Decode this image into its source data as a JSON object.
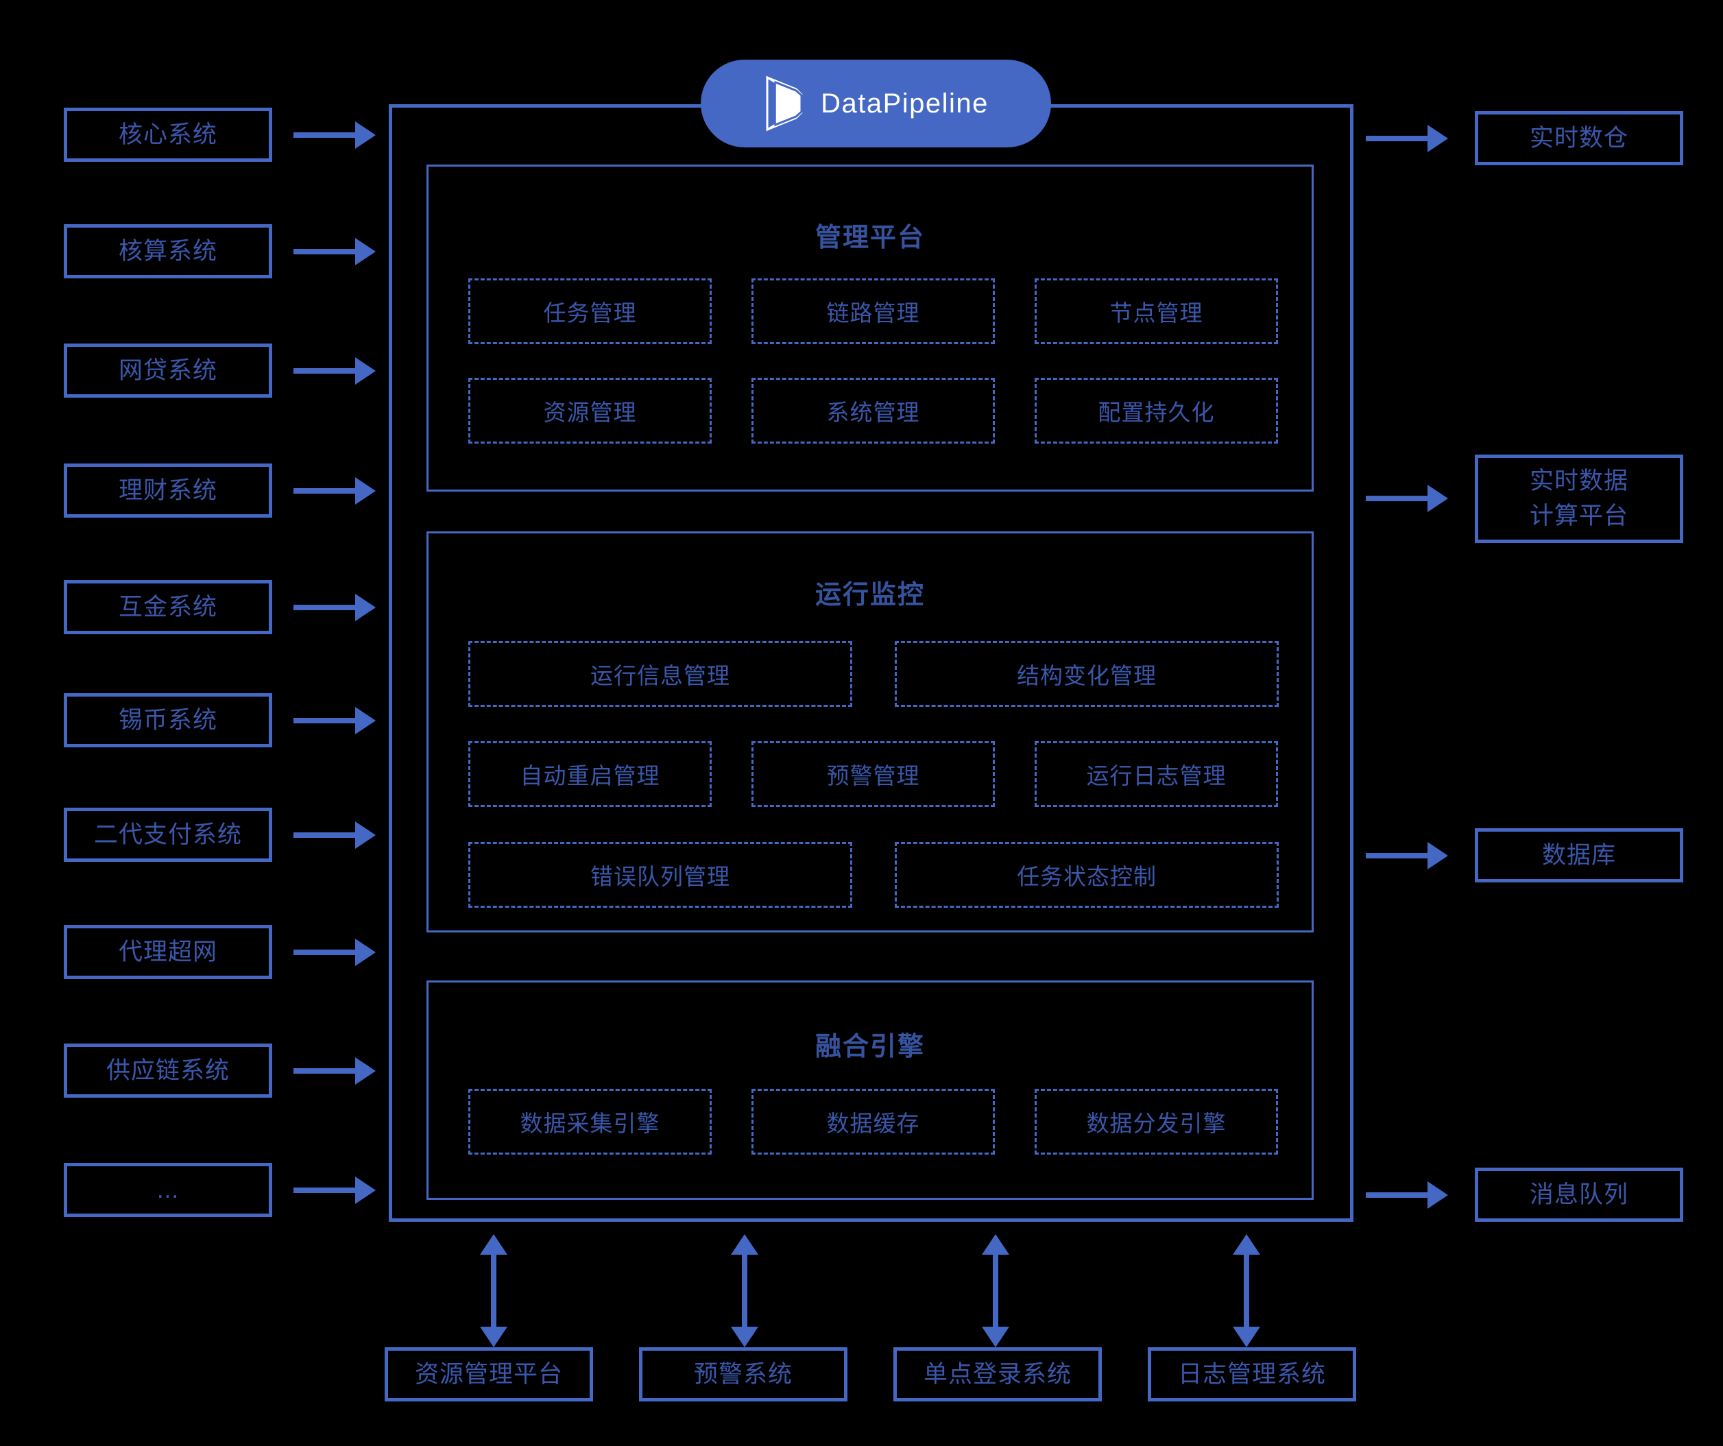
{
  "brand": {
    "name": "DataPipeline",
    "logo_icon": "datapipeline-3d-d-icon",
    "pill_color": "#4568c4",
    "text_color": "#ffffff"
  },
  "theme": {
    "background": "#000000",
    "stroke": "#4568c4",
    "label_text": "#3a57ab",
    "section_title_text": "#36539f"
  },
  "left_sources": {
    "items": [
      {
        "label": "核心系统"
      },
      {
        "label": "核算系统"
      },
      {
        "label": "网贷系统"
      },
      {
        "label": "理财系统"
      },
      {
        "label": "互金系统"
      },
      {
        "label": "锡币系统"
      },
      {
        "label": "二代支付系统"
      },
      {
        "label": "代理超网"
      },
      {
        "label": "供应链系统"
      },
      {
        "label": "..."
      }
    ]
  },
  "right_targets": {
    "items": [
      {
        "label": "实时数仓",
        "lines": [
          "实时数仓"
        ]
      },
      {
        "label": "实时数据计算平台",
        "lines": [
          "实时数据",
          "计算平台"
        ]
      },
      {
        "label": "数据库",
        "lines": [
          "数据库"
        ]
      },
      {
        "label": "消息队列",
        "lines": [
          "消息队列"
        ]
      }
    ]
  },
  "sections": [
    {
      "title": "管理平台",
      "rows": [
        [
          {
            "label": "任务管理"
          },
          {
            "label": "链路管理"
          },
          {
            "label": "节点管理"
          }
        ],
        [
          {
            "label": "资源管理"
          },
          {
            "label": "系统管理"
          },
          {
            "label": "配置持久化"
          }
        ]
      ]
    },
    {
      "title": "运行监控",
      "rows": [
        [
          {
            "label": "运行信息管理"
          },
          {
            "label": "结构变化管理"
          }
        ],
        [
          {
            "label": "自动重启管理"
          },
          {
            "label": "预警管理"
          },
          {
            "label": "运行日志管理"
          }
        ],
        [
          {
            "label": "错误队列管理"
          },
          {
            "label": "任务状态控制"
          }
        ]
      ]
    },
    {
      "title": "融合引擎",
      "rows": [
        [
          {
            "label": "数据采集引擎"
          },
          {
            "label": "数据缓存"
          },
          {
            "label": "数据分发引擎"
          }
        ]
      ]
    }
  ],
  "bottom_systems": {
    "items": [
      {
        "label": "资源管理平台"
      },
      {
        "label": "预警系统"
      },
      {
        "label": "单点登录系统"
      },
      {
        "label": "日志管理系统"
      }
    ]
  }
}
